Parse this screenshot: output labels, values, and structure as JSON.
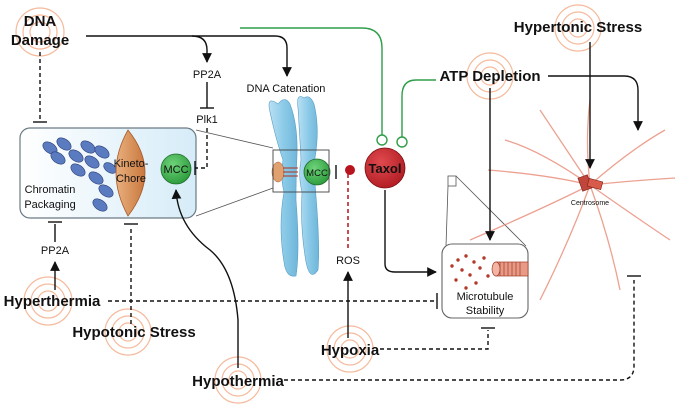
{
  "stresses": {
    "dna_damage_line1": "DNA",
    "dna_damage_line2": "Damage",
    "hypertonic": "Hypertonic Stress",
    "atp_depletion": "ATP Depletion",
    "hyperthermia": "Hyperthermia",
    "hypotonic": "Hypotonic Stress",
    "hypoxia": "Hypoxia",
    "hypothermia": "Hypothermia"
  },
  "mediators": {
    "pp2a_top": "PP2A",
    "plk1": "Plk1",
    "pp2a_left": "PP2A",
    "ros": "ROS",
    "dna_catenation": "DNA Catenation",
    "taxol": "Taxol"
  },
  "structures": {
    "chromatin_line1": "Chromatin",
    "chromatin_line2": "Packaging",
    "kineto_line1": "Kineto-",
    "kineto_line2": "Chore",
    "mcc_left": "MCC",
    "mcc_right": "MCC",
    "microtubule_line1": "Microtubule",
    "microtubule_line2": "Stability",
    "centrosome": "Centrosome"
  },
  "colors": {
    "taxol": "#c8282e",
    "mcc_green": "#3cb44b",
    "activator_green": "#2e9e48",
    "ros_inhibitor": "#b8141e",
    "kinetochore": "#d9915a",
    "chromosome": "#8ec9e6",
    "stress_ring": "#f3a27a"
  }
}
